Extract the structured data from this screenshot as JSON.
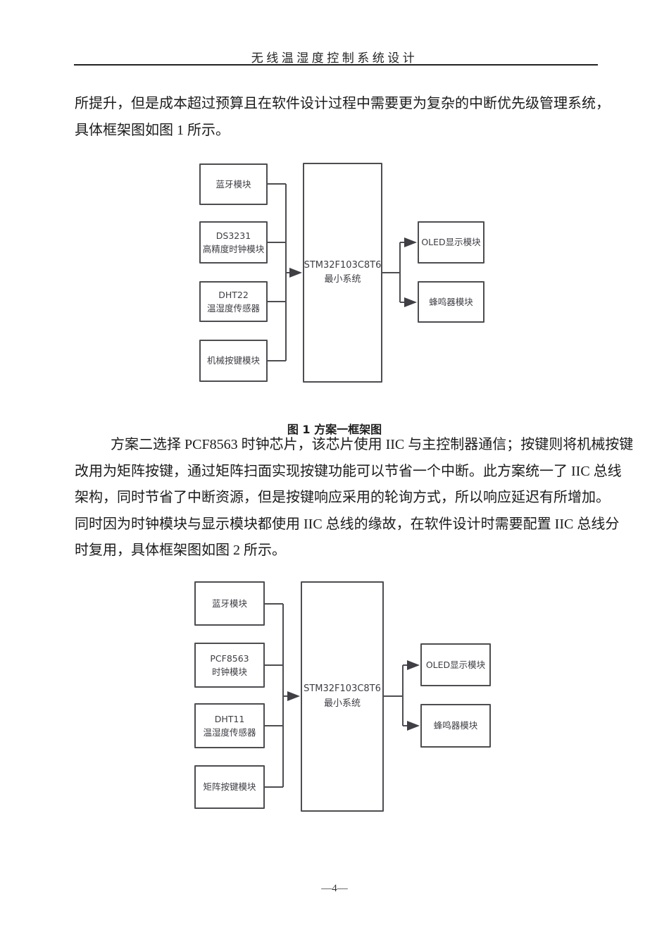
{
  "header": {
    "title": "无线温湿度控制系统设计"
  },
  "body": {
    "para1_lines": [
      "所提升，但是成本超过预算且在软件设计过程中需要更为复杂的中断优先级管理系统，",
      "具体框架图如图 1 所示。"
    ],
    "para2_lines": [
      "方案二选择 PCF8563 时钟芯片，该芯片使用 IIC 与主控制器通信；按键则将机械按键",
      "改用为矩阵按键，通过矩阵扫面实现按键功能可以节省一个中断。此方案统一了 IIC 总线",
      "架构，同时节省了中断资源，但是按键响应采用的轮询方式，所以响应延迟有所增加。",
      "同时因为时钟模块与显示模块都使用 IIC 总线的缘故，在软件设计时需要配置 IIC 总线分",
      "时复用，具体框架图如图 2 所示。"
    ]
  },
  "figure1": {
    "caption": "图 1 方案一框架图",
    "inputs": [
      "蓝牙模块",
      "DS3231\n高精度时钟模块",
      "DHT22\n温湿度传感器",
      "机械按键模块"
    ],
    "controller": "STM32F103C8T6\n最小系统",
    "outputs": [
      "OLED显示模块",
      "蜂鸣器模块"
    ]
  },
  "figure2": {
    "inputs": [
      "蓝牙模块",
      "PCF8563\n时钟模块",
      "DHT11\n温湿度传感器",
      "矩阵按键模块"
    ],
    "controller": "STM32F103C8T6\n最小系统",
    "outputs": [
      "OLED显示模块",
      "蜂鸣器模块"
    ]
  },
  "footer": {
    "page_number": "—4—"
  },
  "colors": {
    "diagram_line": "#4d4d52",
    "text": "#1b1b1b"
  }
}
